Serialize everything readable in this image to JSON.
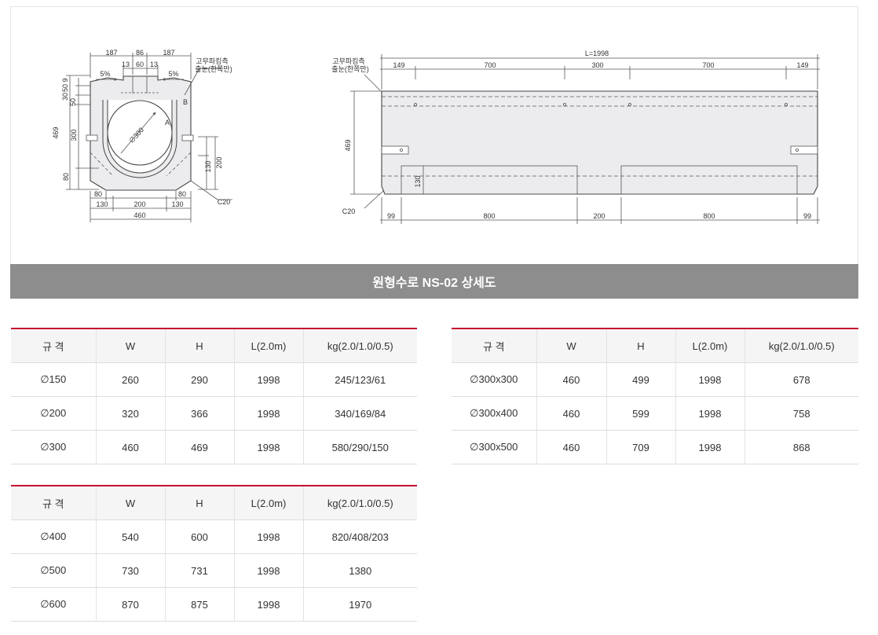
{
  "drawing": {
    "section": {
      "top_dims": [
        "187",
        "86",
        "187"
      ],
      "inner_dims": [
        "13",
        "60",
        "13"
      ],
      "slope_left": "5%",
      "slope_right": "5%",
      "rubber_note": [
        "고무파킹측",
        "출눈(한쪽만)"
      ],
      "left_small": [
        "9",
        "50",
        "30",
        "50"
      ],
      "left_300": "300",
      "left_469": "469",
      "left_80": "80",
      "diameter": "∅300",
      "mark_b": "B",
      "mark_a": "A",
      "right_130": "130",
      "right_200": "200",
      "bottom_top": [
        "80",
        "80"
      ],
      "bottom": [
        "130",
        "200",
        "130"
      ],
      "total": "460",
      "chamfer": "C20"
    },
    "elevation": {
      "length": "L=1998",
      "rubber_note": [
        "고무파킹측",
        "출눈(한쪽만)"
      ],
      "top_dims": [
        "149",
        "700",
        "300",
        "700",
        "149"
      ],
      "height": "469",
      "inner_130": "130",
      "chamfer": "C20",
      "bottom_dims": [
        "99",
        "800",
        "200",
        "800",
        "99"
      ]
    }
  },
  "caption": "원형수로 NS-02 상세도",
  "tables": {
    "headers": [
      "규 격",
      "W",
      "H",
      "L(2.0m)",
      "kg(2.0/1.0/0.5)"
    ],
    "t1": [
      [
        "∅150",
        "260",
        "290",
        "1998",
        "245/123/61"
      ],
      [
        "∅200",
        "320",
        "366",
        "1998",
        "340/169/84"
      ],
      [
        "∅300",
        "460",
        "469",
        "1998",
        "580/290/150"
      ]
    ],
    "t2": [
      [
        "∅300x300",
        "460",
        "499",
        "1998",
        "678"
      ],
      [
        "∅300x400",
        "460",
        "599",
        "1998",
        "758"
      ],
      [
        "∅300x500",
        "460",
        "709",
        "1998",
        "868"
      ]
    ],
    "t3": [
      [
        "∅400",
        "540",
        "600",
        "1998",
        "820/408/203"
      ],
      [
        "∅500",
        "730",
        "731",
        "1998",
        "1380"
      ],
      [
        "∅600",
        "870",
        "875",
        "1998",
        "1970"
      ]
    ]
  }
}
